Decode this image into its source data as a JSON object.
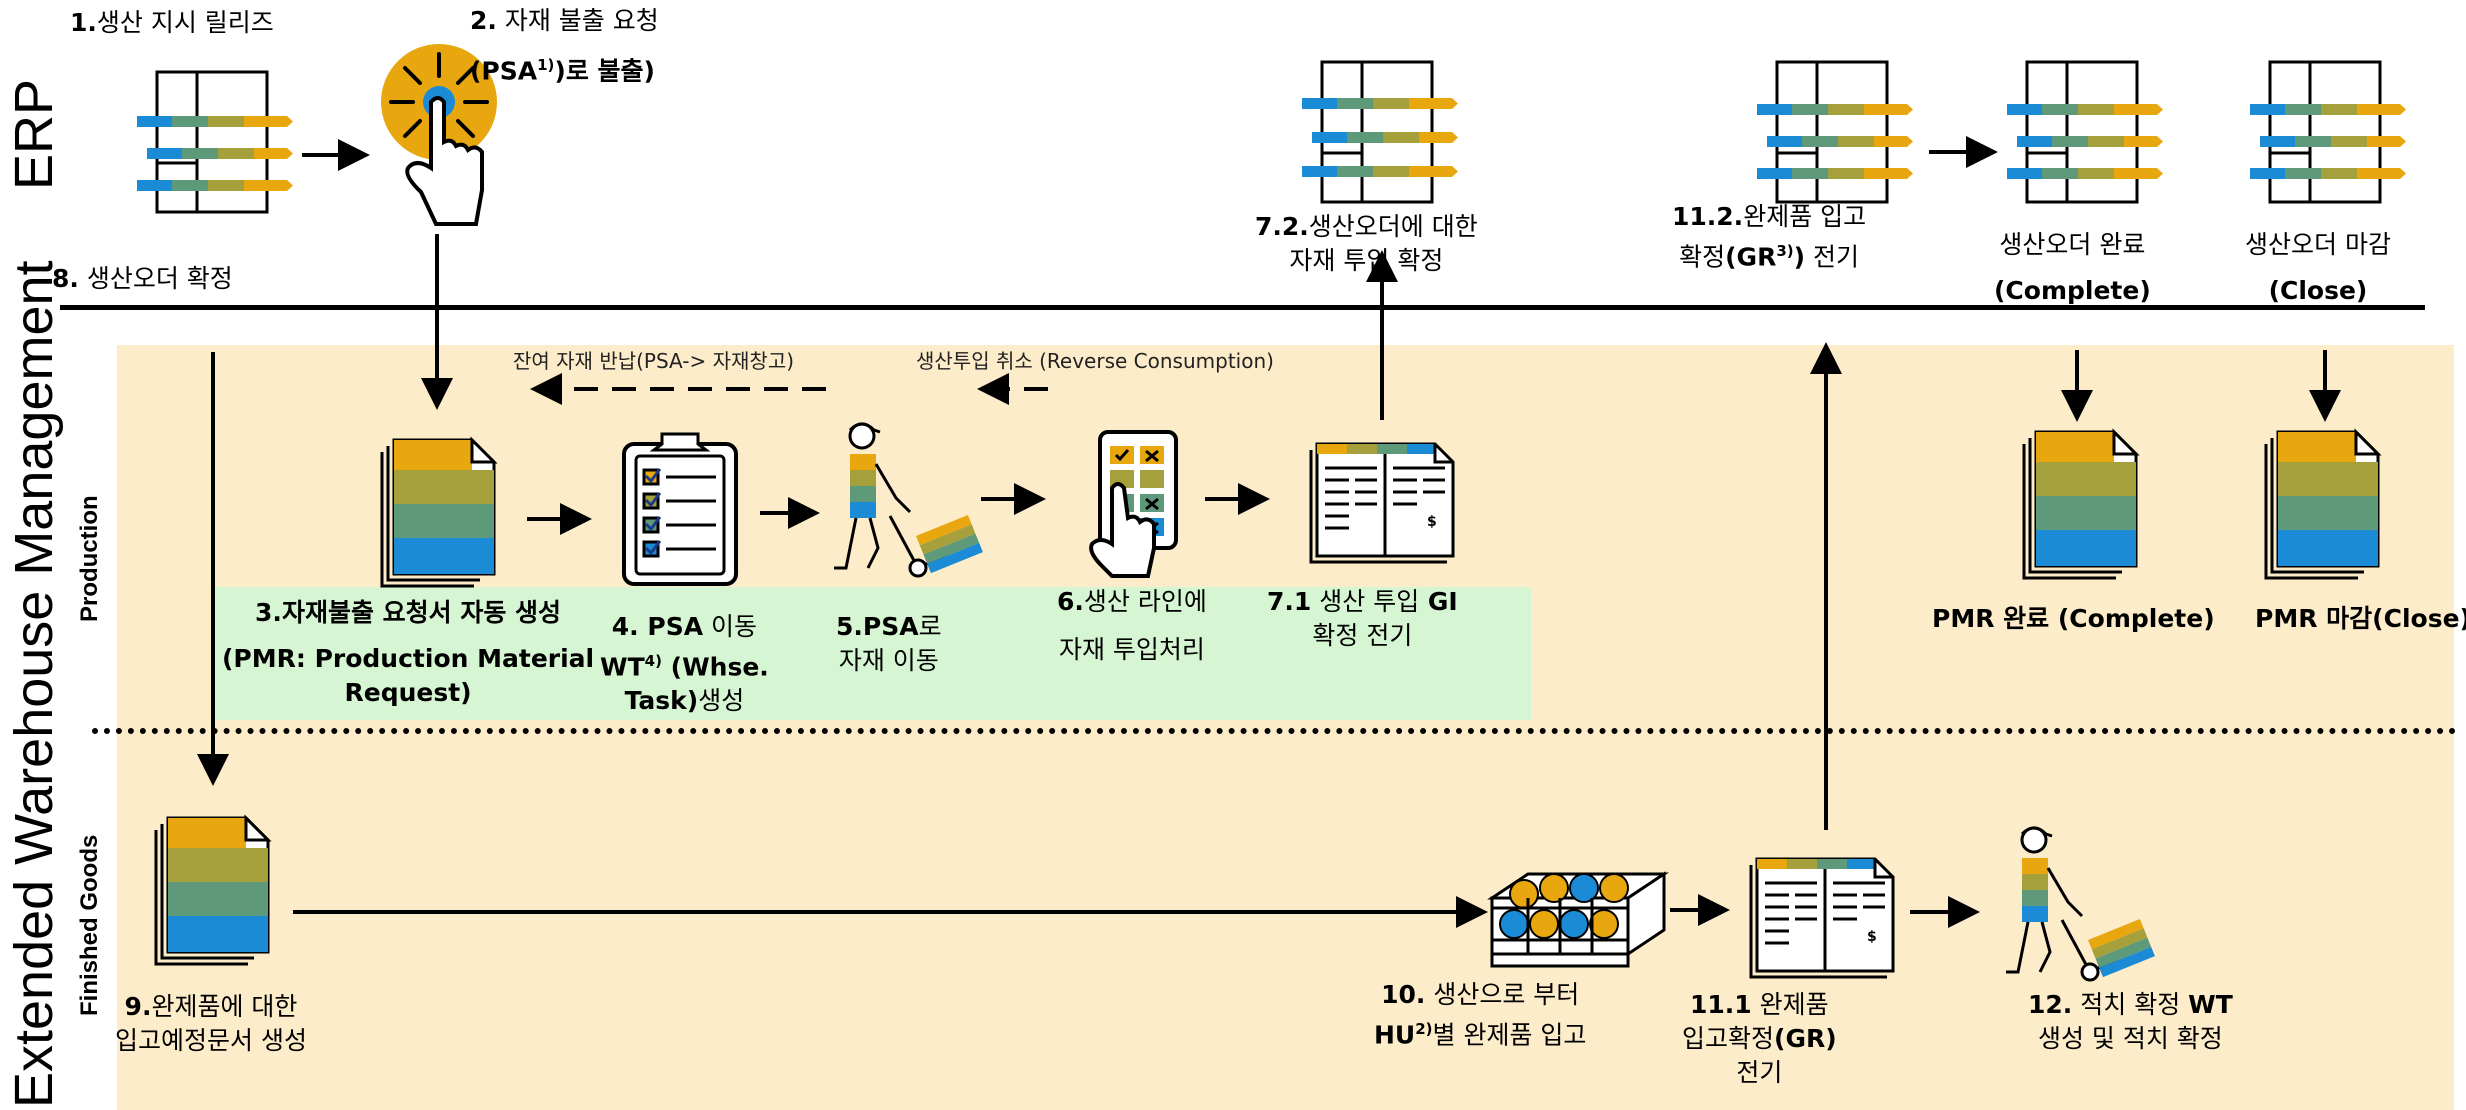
{
  "lanes": {
    "erp": "ERP",
    "ewm": "Extended Warehouse Management",
    "production": "Production",
    "finished_goods": "Finished Goods"
  },
  "colors": {
    "band": "#fcecc9",
    "green_box": "#d6f5d2",
    "blue": "#1b8bd6",
    "gold": "#e8a70e",
    "olive": "#a6a03c",
    "teal": "#5e9a7a"
  },
  "erp": {
    "step1": {
      "num": "1.",
      "text": "생산 지시 릴리즈"
    },
    "step2": {
      "num": "2.",
      "text": "자재 불출 요청",
      "line2_pre": "(PSA",
      "sup": "1)",
      "line2_post": ")로 불출)"
    },
    "step8": {
      "num": "8.",
      "text": " 생산오더 확정"
    },
    "step72": {
      "line1_num": "7.2.",
      "line1": "생산오더에 대한",
      "line2": "자재 투입 확정"
    },
    "step112": {
      "line1_num": "11.2.",
      "line1": "완제품 입고",
      "line2_pre": "확정",
      "line2_b": "(GR",
      "sup": "3)",
      "line2_b2": ")",
      "line2_post": " 전기"
    },
    "complete": {
      "line1": "생산오더 완료",
      "line2": "(Complete)"
    },
    "close": {
      "line1": "생산오더 마감",
      "line2": "(Close)"
    }
  },
  "production": {
    "return_label": "잔여 자재 반납(PSA-> 자재창고)",
    "reverse_label": "생산투입 취소 (Reverse Consumption)",
    "step3": {
      "num": "3.",
      "line1": "자재불출 요청서 자동 생성",
      "line2": "(PMR: Production Material",
      "line3": "Request)"
    },
    "step4": {
      "num": "4.",
      "line1_b": " PSA",
      "line1": " 이동",
      "line2_b": "WT",
      "sup": "4)",
      "line2_b2": " (Whse.",
      "line3_b": "Task)",
      "line3": "생성"
    },
    "step5": {
      "num": "5.",
      "line1_b": "PSA",
      "line1": "로",
      "line2": "자재 이동"
    },
    "step6": {
      "num": "6.",
      "line1": "생산 라인에",
      "line2": "자재 투입처리"
    },
    "step71": {
      "num": "7.1",
      "line1": " 생산 투입",
      "line1_b": " GI",
      "line2": "확정 전기"
    },
    "pmr_complete": {
      "pre": "PMR",
      "text": " 완료 ",
      "b": "(Complete)"
    },
    "pmr_close": {
      "pre": "PMR",
      "text": " 마감",
      "b": "(Close)"
    }
  },
  "finished": {
    "step9": {
      "num": "9.",
      "line1": "완제품에 대한",
      "line2": "입고예정문서 생성"
    },
    "step10": {
      "num": "10.",
      "line1": " 생산으로 부터",
      "line2_b": "HU",
      "sup": "2)",
      "line2": "별 완제품 입고"
    },
    "step111": {
      "num": "11.1",
      "line1": " 완제품",
      "line2": "입고확정",
      "line2_b": "(GR)",
      "line3": "전기"
    },
    "step12": {
      "num": "12.",
      "line1": " 적치 확정 ",
      "line1_b": " WT",
      "line2": "생성 및 적치 확정"
    }
  }
}
